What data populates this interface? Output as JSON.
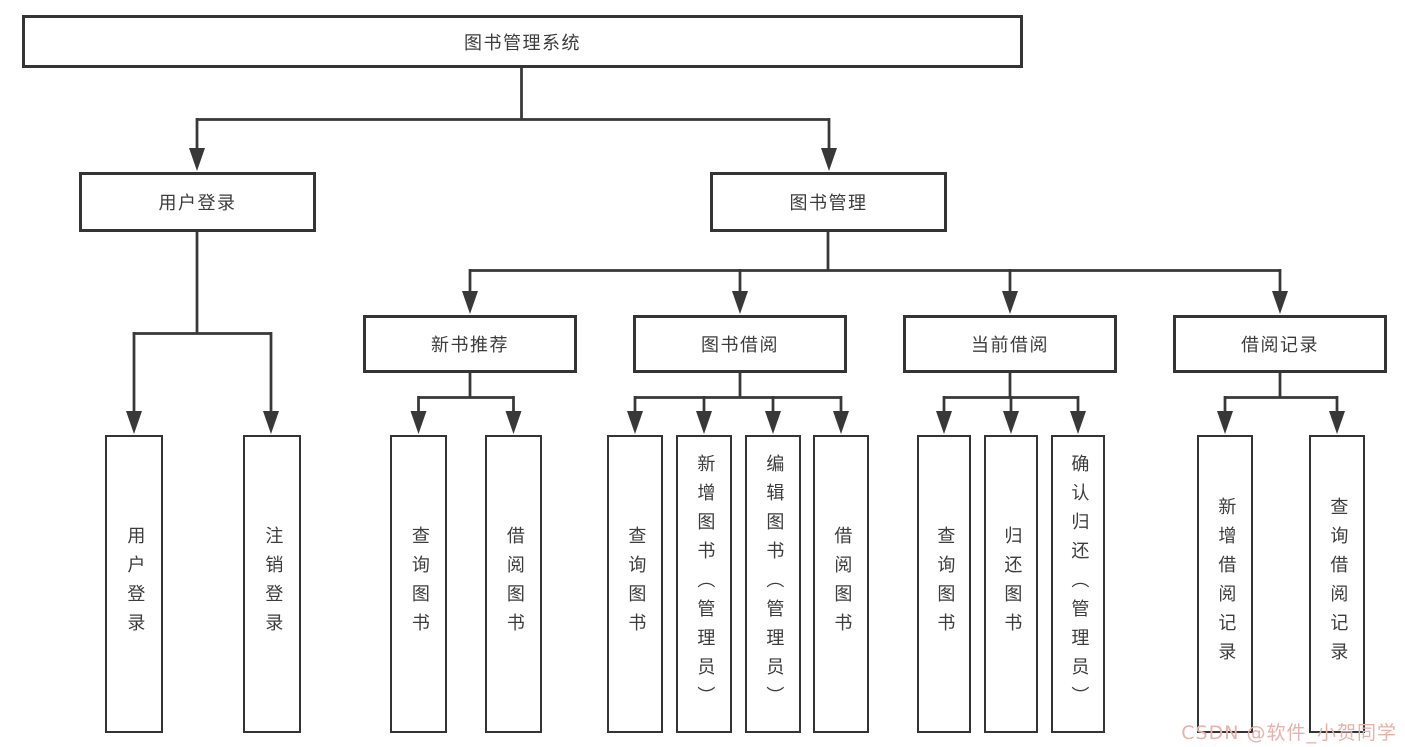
{
  "diagram": {
    "title_note": "functional structure chart",
    "root": {
      "label": "图书管理系统"
    },
    "branches": [
      {
        "label": "用户登录",
        "children": [
          {
            "label": "用户登录"
          },
          {
            "label": "注销登录"
          }
        ]
      },
      {
        "label": "图书管理",
        "children": [
          {
            "label": "新书推荐",
            "children": [
              {
                "label": "查询图书"
              },
              {
                "label": "借阅图书"
              }
            ]
          },
          {
            "label": "图书借阅",
            "children": [
              {
                "label": "查询图书"
              },
              {
                "label": "新增图书（管理员）"
              },
              {
                "label": "编辑图书（管理员）"
              },
              {
                "label": "借阅图书"
              }
            ]
          },
          {
            "label": "当前借阅",
            "children": [
              {
                "label": "查询图书"
              },
              {
                "label": "归还图书"
              },
              {
                "label": "确认归还（管理员）"
              }
            ]
          },
          {
            "label": "借阅记录",
            "children": [
              {
                "label": "新增借阅记录"
              },
              {
                "label": "查询借阅记录"
              }
            ]
          }
        ]
      }
    ]
  },
  "watermark": {
    "text": "CSDN @软件_小贺同学"
  },
  "colors": {
    "line": "#383838",
    "box_border": "#343434",
    "text": "#3c3c3c",
    "watermark": "#e8b1aa",
    "background": "#ffffff"
  }
}
